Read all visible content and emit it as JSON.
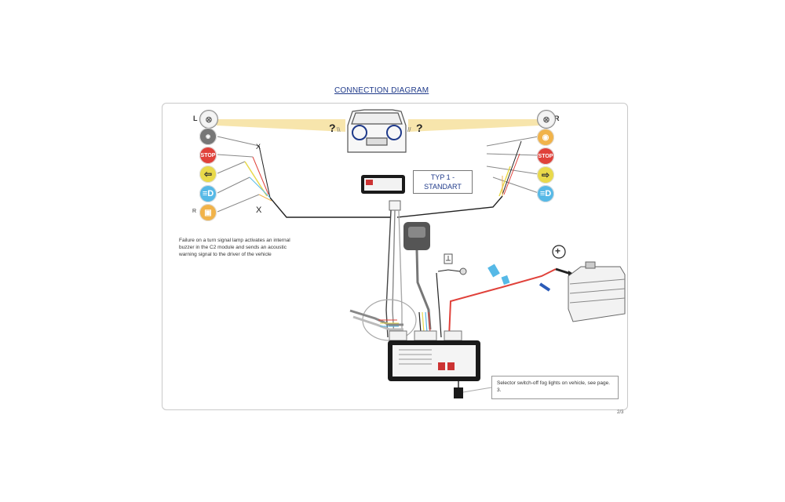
{
  "title": "CONNECTION DIAGRAM",
  "left_label": "L",
  "right_label": "R",
  "left_lamps": [
    {
      "type": "blank",
      "symbol": "⊗"
    },
    {
      "type": "gray",
      "symbol": "◉"
    },
    {
      "type": "red",
      "symbol": "STOP"
    },
    {
      "type": "yellow",
      "symbol": "⇦"
    },
    {
      "type": "blue",
      "symbol": "≡D"
    },
    {
      "type": "orange",
      "symbol": "▣"
    }
  ],
  "right_lamps": [
    {
      "type": "blank",
      "symbol": "⊗"
    },
    {
      "type": "orange",
      "symbol": "◉"
    },
    {
      "type": "red",
      "symbol": "STOP"
    },
    {
      "type": "yellow",
      "symbol": "⇨"
    },
    {
      "type": "blue",
      "symbol": "≡D"
    }
  ],
  "left_r_label": "R",
  "x_marks": [
    "X",
    "X"
  ],
  "note": "Failure on a turn signal lamp activates an internal buzzer in the C2 module and sends an acoustic warning signal to the driver of the vehicle",
  "typ_label": "TYP 1 - STANDART",
  "selector_note": "Selector switch-off fog lights on vehicle, see page. 3.",
  "page_number": "2/3",
  "plus_symbol": "+",
  "colors": {
    "beam": "#f3d98a",
    "wire": "#222222",
    "red_wire": "#e0413a",
    "yellow_wire": "#e9d94a",
    "title": "#1f3a8a"
  }
}
